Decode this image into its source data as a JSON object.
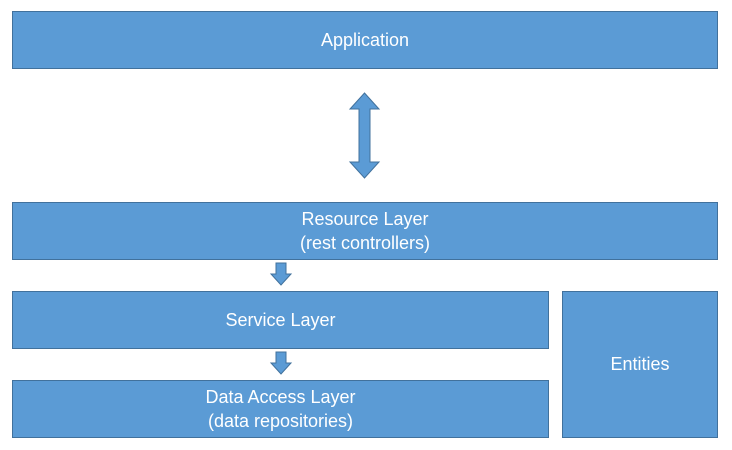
{
  "diagram": {
    "application": {
      "label": "Application"
    },
    "resource_layer": {
      "line1": "Resource Layer",
      "line2": "(rest controllers)"
    },
    "service_layer": {
      "label": "Service Layer"
    },
    "data_access_layer": {
      "line1": "Data Access Layer",
      "line2": "(data repositories)"
    },
    "entities": {
      "label": "Entities"
    }
  },
  "colors": {
    "box_fill": "#5b9bd5",
    "box_border": "#41719c",
    "text": "#ffffff"
  }
}
